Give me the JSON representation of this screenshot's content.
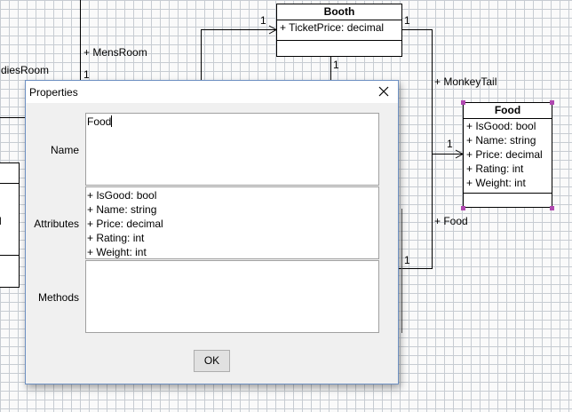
{
  "diagram": {
    "booth": {
      "title": "Booth",
      "attributes": [
        "+ TicketPrice: decimal"
      ]
    },
    "food": {
      "title": "Food",
      "attributes": [
        "+ IsGood: bool",
        "+ Name: string",
        "+ Price: decimal",
        "+ Rating: int",
        "+ Weight: int"
      ]
    },
    "labels": {
      "mensroom": "+ MensRoom",
      "ladiesroom": "diesRoom",
      "monkeytail": "+ MonkeyTail",
      "food_assoc": "+ Food",
      "mult_booth_left": "1",
      "mult_booth_right": "1",
      "mult_booth_bottom": "1",
      "mult_mensroom": "1",
      "mult_food_in": "1",
      "mult_food_bottom": "1",
      "left_class_partial": "l"
    }
  },
  "dialog": {
    "title": "Properties",
    "name_label": "Name",
    "attributes_label": "Attributes",
    "methods_label": "Methods",
    "name_value": "Food",
    "attributes_lines": [
      "+ IsGood: bool",
      "+ Name: string",
      "+ Price: decimal",
      "+ Rating: int",
      "+ Weight: int"
    ],
    "methods_value": "",
    "ok_label": "OK"
  },
  "icons": {
    "close": "close-icon"
  }
}
